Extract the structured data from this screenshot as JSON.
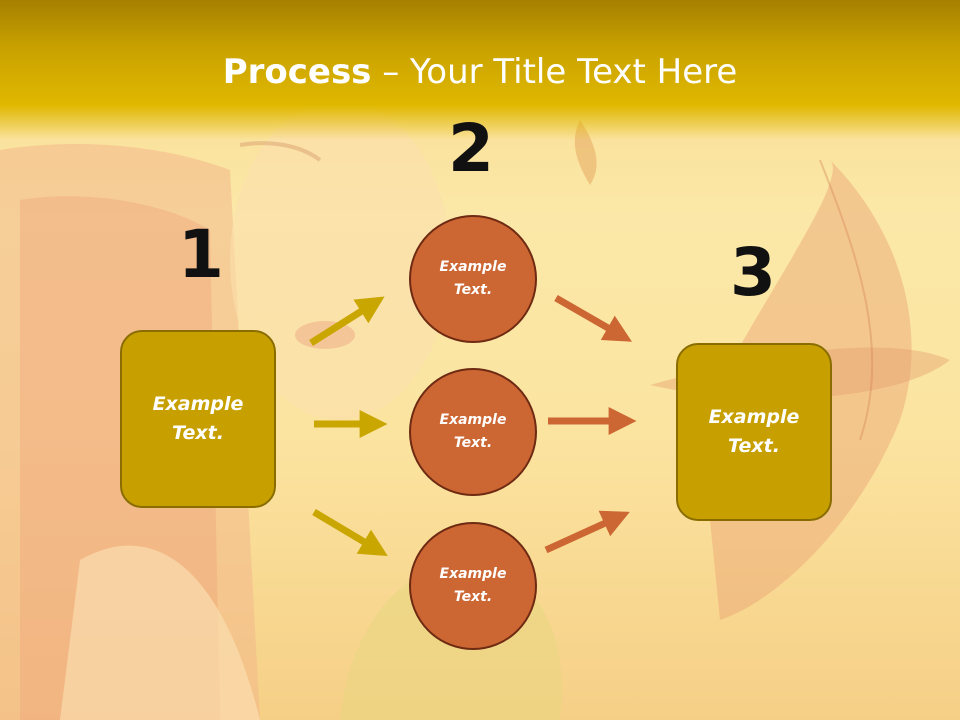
{
  "title": {
    "bold": "Process",
    "rest": " – Your Title Text Here"
  },
  "steps": {
    "one": {
      "number": "1",
      "box_line1": "Example",
      "box_line2": "Text."
    },
    "two": {
      "number": "2",
      "circles": [
        {
          "line1": "Example",
          "line2": "Text."
        },
        {
          "line1": "Example",
          "line2": "Text."
        },
        {
          "line1": "Example",
          "line2": "Text."
        }
      ]
    },
    "three": {
      "number": "3",
      "box_line1": "Example",
      "box_line2": "Text."
    }
  },
  "colors": {
    "box": "#c7a000",
    "circle": "#cc6633",
    "arrow_gold": "#c9a600",
    "arrow_orange": "#cc6633"
  }
}
